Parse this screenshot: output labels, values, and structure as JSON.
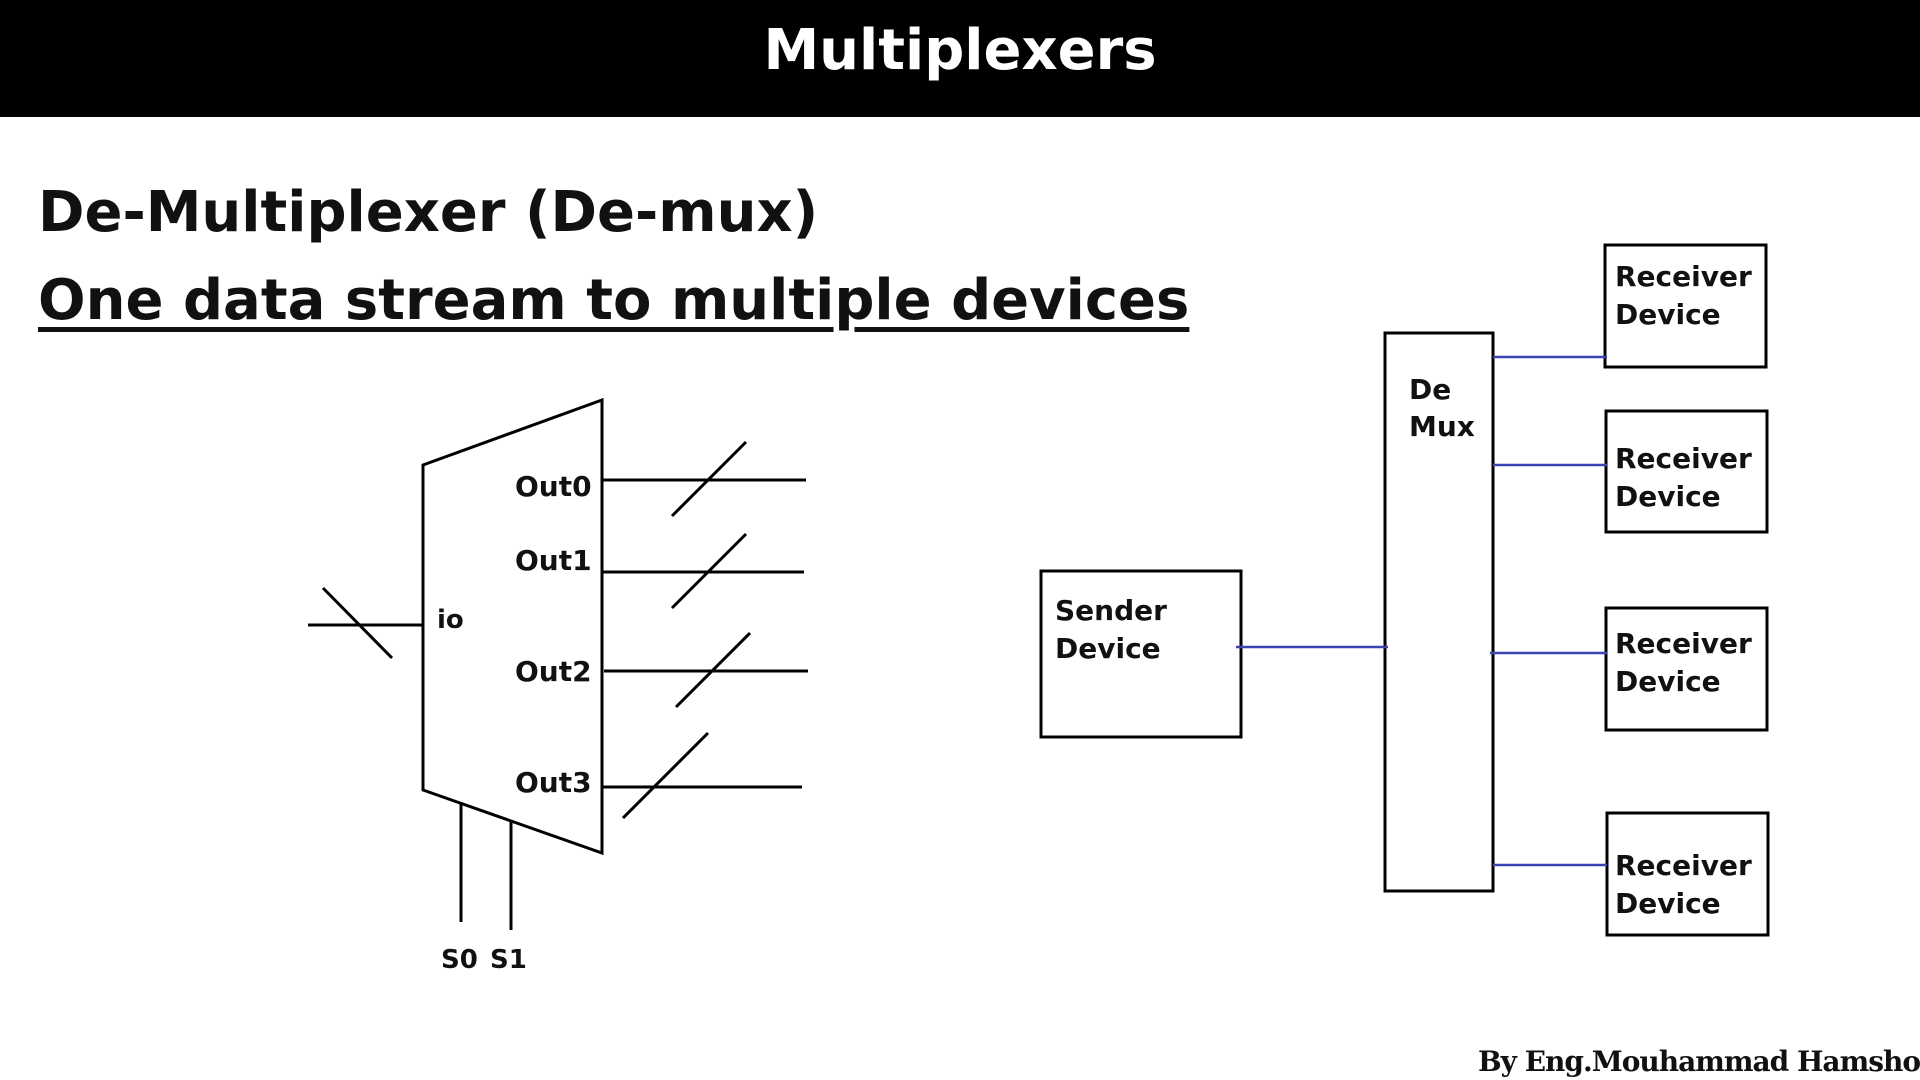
{
  "slide": {
    "title": "Multiplexers",
    "heading": "De-Multiplexer (De-mux)",
    "subheading": "One data stream to multiple devices",
    "credit": "By Eng.Mouhammad Hamsho"
  },
  "symbol": {
    "input_label": "io",
    "outputs": [
      "Out0",
      "Out1",
      "Out2",
      "Out3"
    ],
    "selects": [
      "S0",
      "S1"
    ]
  },
  "block": {
    "sender": [
      "Sender",
      "Device"
    ],
    "demux": [
      "De",
      "Mux"
    ],
    "receivers": [
      [
        "Receiver",
        "Device"
      ],
      [
        "Receiver",
        "Device"
      ],
      [
        "Receiver",
        "Device"
      ],
      [
        "Receiver",
        "Device"
      ]
    ]
  },
  "colors": {
    "topbar": "#000000",
    "wire": "#3b44b0"
  }
}
